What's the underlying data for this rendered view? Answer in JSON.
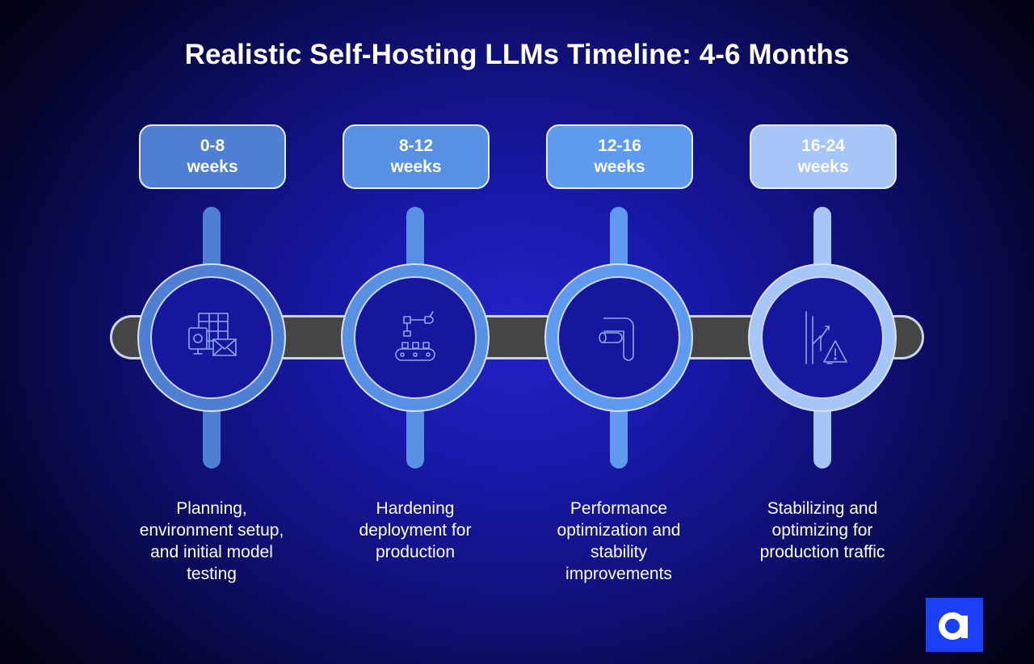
{
  "title": "Realistic Self-Hosting LLMs Timeline: 4-6 Months",
  "colors": {
    "stage_1": "#4f7fd3",
    "stage_2": "#5890e4",
    "stage_3": "#5e9bf0",
    "stage_4": "#a6c6f8",
    "bar": "#454545",
    "brand": "#1b3ff5"
  },
  "stages": [
    {
      "duration_line1": "0-8",
      "duration_line2": "weeks",
      "icon": "planning-icon",
      "desc_line1": "Planning,",
      "desc_line2": "environment setup,",
      "desc_line3": "and initial model",
      "desc_line4": "testing"
    },
    {
      "duration_line1": "8-12",
      "duration_line2": "weeks",
      "icon": "conveyor-robot-icon",
      "desc_line1": "Hardening",
      "desc_line2": "deployment for",
      "desc_line3": "production",
      "desc_line4": ""
    },
    {
      "duration_line1": "12-16",
      "duration_line2": "weeks",
      "icon": "pipeline-icon",
      "desc_line1": "Performance",
      "desc_line2": "optimization and",
      "desc_line3": "stability",
      "desc_line4": "improvements"
    },
    {
      "duration_line1": "16-24",
      "duration_line2": "weeks",
      "icon": "trend-warning-icon",
      "desc_line1": "Stabilizing and",
      "desc_line2": "optimizing for",
      "desc_line3": "production traffic",
      "desc_line4": ""
    }
  ],
  "logo": "brand-logo-a"
}
